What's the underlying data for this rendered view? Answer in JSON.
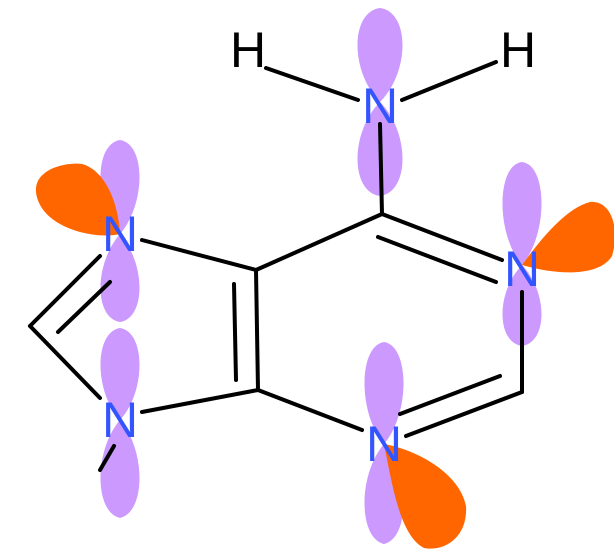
{
  "colors": {
    "background": "#ffffff",
    "bond": "#000000",
    "nitrogen": "#3355ff",
    "hydrogen": "#000000",
    "p_orbital": "#cc99ff",
    "lone_pair_orbital": "#ff6600"
  },
  "atoms": {
    "h_left": "H",
    "h_right": "H",
    "n_amino": "N",
    "n_top_left": "N",
    "n_ring_right": "N",
    "n_bottom_left": "N",
    "n_ring_bottom": "N"
  }
}
